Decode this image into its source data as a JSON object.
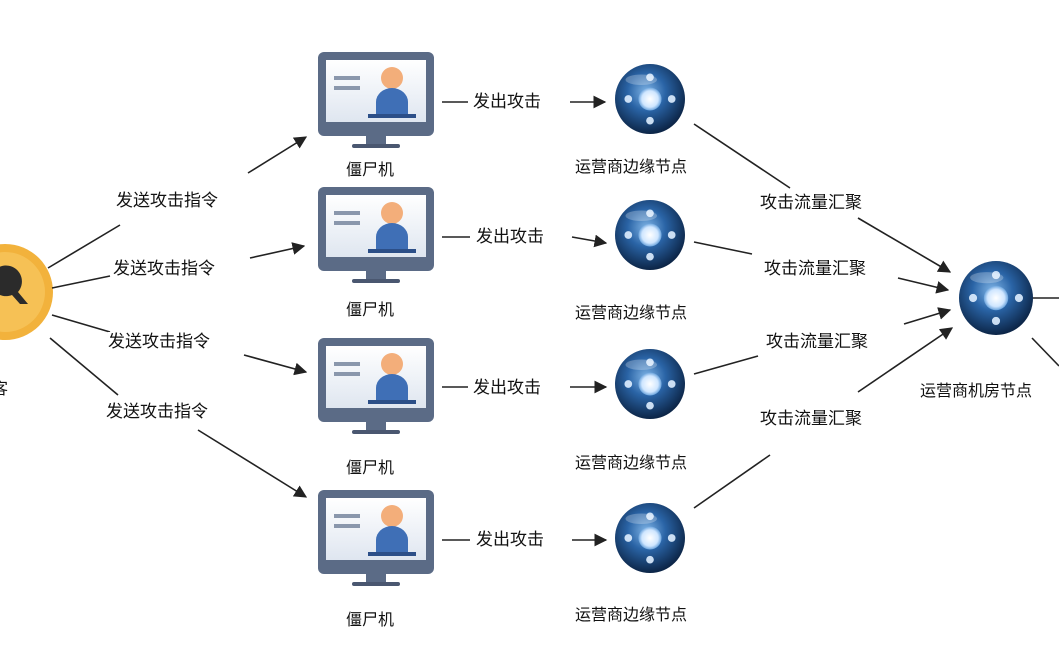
{
  "attacker": {
    "label_partial": "客"
  },
  "edge_labels": {
    "send_command": "发送攻击指令",
    "launch_attack": "发出攻击",
    "traffic_converge": "攻击流量汇聚"
  },
  "nodes": {
    "zombie": "僵尸机",
    "edge_node": "运营商边缘节点",
    "datacenter_node": "运营商机房节点"
  },
  "colors": {
    "attacker": "#f2b23c",
    "monitor_frame": "#5b6b86",
    "avatar": "#f3ae7a",
    "avatar_body": "#3f6fb6",
    "node_sphere": "#1d4f8a",
    "arrow": "#222222"
  }
}
